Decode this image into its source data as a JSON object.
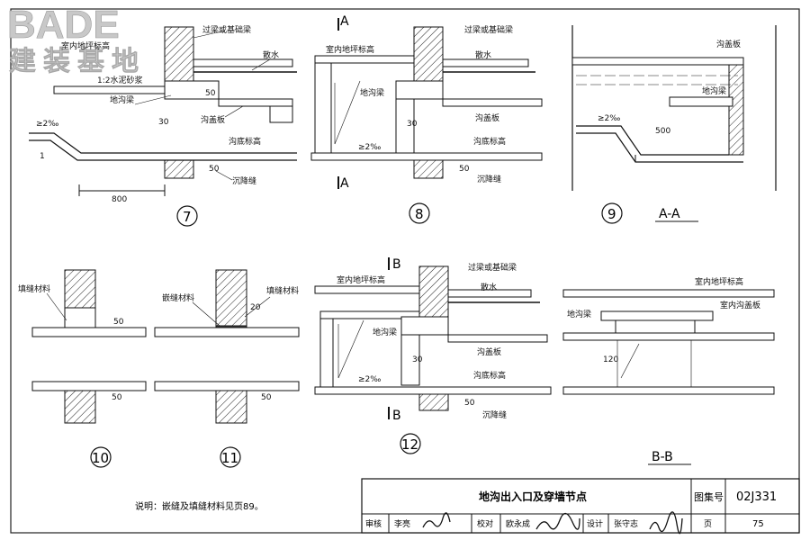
{
  "logo": {
    "latin": "BADE",
    "chinese": "建装基地"
  },
  "details": {
    "d7": {
      "number": "7",
      "labels": [
        "过梁或基础梁",
        "散水",
        "室内地坪标高",
        "地沟梁",
        "沟盖板",
        "沟底标高",
        "沉降缝",
        "1:2水泥砂浆"
      ],
      "dims": [
        "800",
        "30",
        "50",
        "50",
        "≥2‰",
        "1"
      ]
    },
    "d8": {
      "number": "8",
      "section_mark": "A",
      "labels": [
        "室内地坪标高",
        "过梁或基础梁",
        "散水",
        "地沟梁",
        "沟盖板",
        "沟底标高",
        "沉降缝"
      ],
      "dims": [
        "30",
        "50",
        "≥2‰"
      ]
    },
    "d9": {
      "number": "9",
      "section_title": "A-A",
      "labels": [
        "沟盖板",
        "地沟梁"
      ],
      "dims": [
        "500",
        "≥2‰"
      ]
    },
    "d10": {
      "number": "10",
      "labels": [
        "填缝材料"
      ],
      "dims": [
        "50",
        "50"
      ]
    },
    "d11": {
      "number": "11",
      "labels": [
        "嵌缝材料",
        "填缝材料"
      ],
      "dims": [
        "20",
        "50"
      ]
    },
    "d12": {
      "number": "12",
      "section_mark": "B",
      "labels": [
        "室内地坪标高",
        "过梁或基础梁",
        "散水",
        "地沟梁",
        "沟盖板",
        "沟底标高",
        "沉降缝"
      ],
      "dims": [
        "30",
        "50",
        "≥2‰"
      ]
    },
    "bb": {
      "section_title": "B-B",
      "labels": [
        "室内地坪标高",
        "地沟梁",
        "室内沟盖板"
      ],
      "dims": [
        "120"
      ]
    }
  },
  "note": "说明：嵌缝及填缝材料见页89。",
  "title_block": {
    "title": "地沟出入口及穿墙节点",
    "atlas_label": "图集号",
    "atlas_no": "02J331",
    "review_label": "审核",
    "review_name": "李亮",
    "check_label": "校对",
    "check_name": "欧永成",
    "design_label": "设计",
    "design_name": "张守志",
    "page_label": "页",
    "page_no": "75"
  }
}
